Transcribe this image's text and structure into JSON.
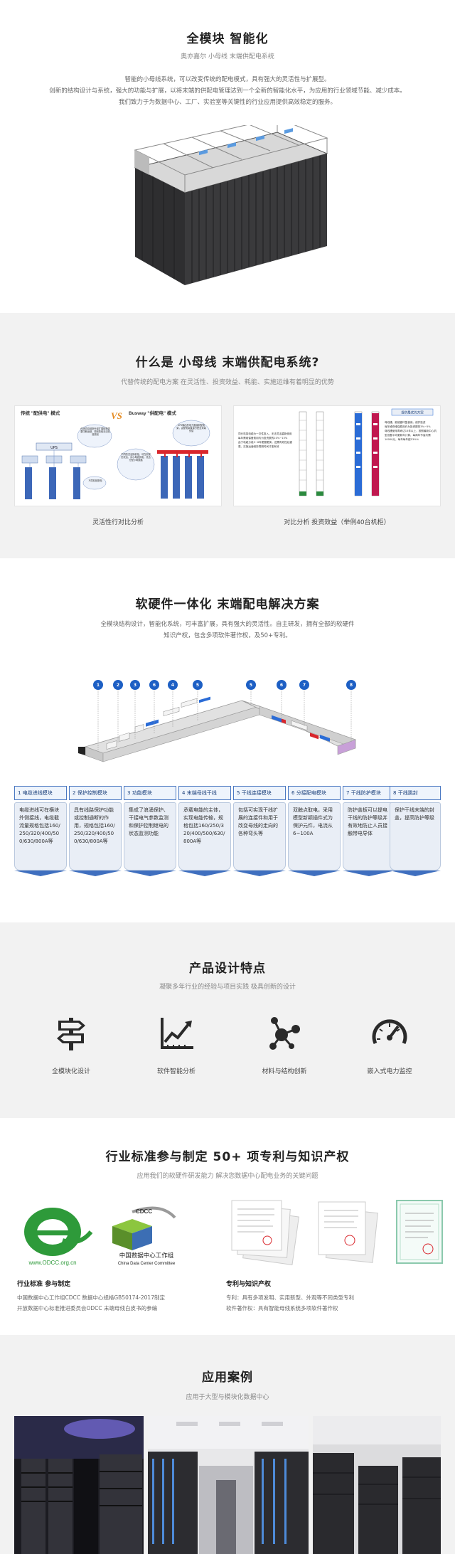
{
  "hero": {
    "title": "全模块 智能化",
    "subtitle": "奥亦嘉尔  小母线 末端供配电系统",
    "lines": [
      "智能的小母线系统，可以改变传统的配电模式，具有强大的灵活性与扩展型。",
      "创新的结构设计与系统，强大的功能与扩展，以将末端的供配电管理达到一个全新的智能化水平，为应用的行业领域节能、减少成本。",
      "我们致力于为数据中心、工厂、实验室等关键性的行业应用提供高效稳定的服务。"
    ]
  },
  "what": {
    "title": "什么是 小母线 末端供配电系统?",
    "subtitle": "代替传统的配电方案 在灵活性、投资效益、耗能、实施运维有着明显的优势",
    "left_card": {
      "head_left": "传统 \"配供电\" 模式",
      "vs": "VS",
      "head_right": "Busway \"供配电\" 模式",
      "ups": "UPS",
      "note1": "传统供应链条外部扩展转换需要中断运营，规划阶段无法精准规划",
      "note2": "UPS输出的电力直接到配电架，由配电架直接分配至末端负载",
      "note3": "不同的灵活换机柜，可在实现的灵活，对小母线供电，灵活分配小母线路",
      "note4": "不同机柜配电",
      "caption": "灵活性行对比分析"
    },
    "right_card": {
      "badge": "提供最优的方案",
      "left_points": [
        "同长机架电缆为一次性投入，无法灵活重新使用",
        "每年需维保备费用约为投资额的10%~15%",
        "由于电缆分段3~6年更替更换，还需有效性后重更。实施运营维持周期时间才能有效"
      ],
      "right_points": [
        "母线槽，能能循环复使用。保护投资",
        "每年维修维保费用约为投资额的3%~5%",
        "母线槽使用寿命达15年以上，按照最新中心机型设备平均更新年计算，每两年节省约需10000元，每年每年越13%%"
      ],
      "caption": "对比分析 投资效益（举例40台机柜）"
    }
  },
  "solution": {
    "title": "软硬件一体化 末端配电解决方案",
    "lines": [
      "全模块结构设计，智能化系统，可丰富扩展，具有强大的灵活性。自主研发，拥有全部的软硬件",
      "知识产权，包含多项软件著作权，及50+专利。"
    ],
    "markers": [
      "1",
      "2",
      "3",
      "6",
      "4",
      "5",
      "5",
      "6",
      "7",
      "8"
    ],
    "modules": [
      {
        "num": "1",
        "name": "电缆进线模块",
        "desc": "电缆进线可在横块外侧接线，电缆截流量规格包括160/250/320/400/500/630/800A等"
      },
      {
        "num": "2",
        "name": "保护控制模块",
        "desc": "具有线路保护功能或控制通断的作用，规格包括160/250/320/400/500/630/800A等"
      },
      {
        "num": "3",
        "name": "功能模块",
        "desc": "集成了浪涌保护、干接电气参数监测和保护控制继电的状态监测功能"
      },
      {
        "num": "4",
        "name": "末端母线干线",
        "desc": "承载电能的主体，实现电能传输，规格包括160/250/320/400/500/630/800A等"
      },
      {
        "num": "5",
        "name": "干线连接模块",
        "desc": "包括可实现干线扩展的连接件和用于改变母线的走向的各种弯头等"
      },
      {
        "num": "6",
        "name": "分接配电模块",
        "desc": "双触点取电，采用模型新颖插件式为保护元件，电流从6~100A"
      },
      {
        "num": "7",
        "name": "干线防护模块",
        "desc": "防护盖板可以提电干线的防护等级并有效地防止人员接触带电导体"
      },
      {
        "num": "8",
        "name": "干线跳封",
        "desc": "保护干线末端的封盖，提高防护等级"
      }
    ]
  },
  "features": {
    "title": "产品设计特点",
    "subtitle": "凝聚多年行业的经验与项目实践 极具创新的设计",
    "items": [
      {
        "icon": "signpost-icon",
        "label": "全模块化设计"
      },
      {
        "icon": "analytics-chart-icon",
        "label": "软件智能分析"
      },
      {
        "icon": "molecule-icon",
        "label": "材料与结构创新"
      },
      {
        "icon": "gauge-icon",
        "label": "嵌入式电力监控"
      }
    ]
  },
  "standards": {
    "title": "行业标准参与制定 50+ 项专利与知识产权",
    "subtitle": "应用我们的软硬件研发能力 解决您数据中心配电业务的关键问题",
    "odcc": "www.ODCC.org.cn",
    "cdcc": "CDCC",
    "cdcc_name": "中国数据中心工作组",
    "cdcc_en": "China Data Center Committee",
    "left_head": "行业标准 参与制定",
    "left_lines": [
      "中国数据中心工作组CDCC   数据中心规格GB50174-2017制定",
      "开放数据中心标准推进委员会ODCC   末端母线白皮书的参编"
    ],
    "right_head": "专利与知识产权",
    "right_lines": [
      "专利：具有多项发明、实用新型、外观等不同类型专利",
      "软件著作权：具有智能母线系统多项软件著作权"
    ]
  },
  "cases": {
    "title": "应用案例",
    "subtitle": "应用于大型与模块化数据中心"
  },
  "colors": {
    "module_blue": "#3f6fbf",
    "accent_red": "#d9262c",
    "accent_blue": "#2b6cd6",
    "gray_bg": "#f2f2f2"
  }
}
